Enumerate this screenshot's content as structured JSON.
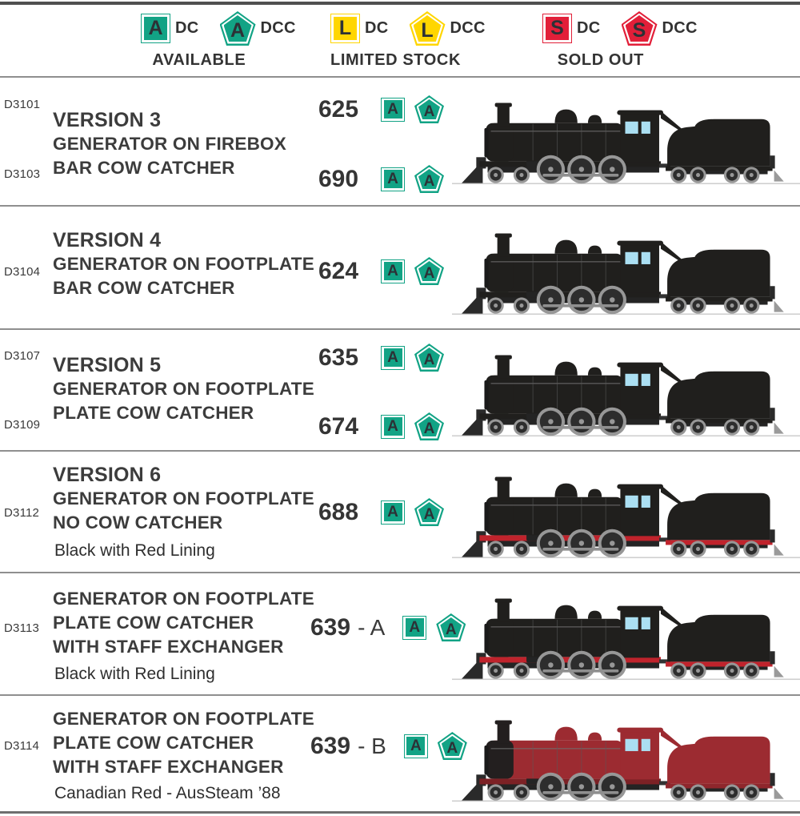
{
  "legend": {
    "groups": [
      {
        "letter": "A",
        "dc": "DC",
        "dcc": "DCC",
        "status": "AVAILABLE",
        "color": "#12a385"
      },
      {
        "letter": "L",
        "dc": "DC",
        "dcc": "DCC",
        "status": "LIMITED STOCK",
        "color": "#ffd600"
      },
      {
        "letter": "S",
        "dc": "DC",
        "dcc": "DCC",
        "status": "SOLD OUT",
        "color": "#e21f39"
      }
    ]
  },
  "colors": {
    "available_teal": "#12a385",
    "limited_yellow": "#ffd600",
    "sold_out_red": "#e21f39",
    "lining_red": "#c0232c",
    "canadian_red": "#9c2b31",
    "text": "#3a3a3a"
  },
  "rows": [
    {
      "codes": [
        "D3101",
        "D3103"
      ],
      "title_lines": [
        "VERSION 3",
        "GENERATOR ON FIREBOX",
        "BAR COW CATCHER"
      ],
      "subtitle": "",
      "livery": "black",
      "variants": [
        {
          "number": "625",
          "suffix": "",
          "badges": [
            {
              "shape": "square",
              "letter": "A",
              "status": "available"
            },
            {
              "shape": "pentagon",
              "letter": "A",
              "status": "available"
            }
          ]
        },
        {
          "number": "690",
          "suffix": "",
          "badges": [
            {
              "shape": "square",
              "letter": "A",
              "status": "available"
            },
            {
              "shape": "pentagon",
              "letter": "A",
              "status": "available"
            }
          ]
        }
      ]
    },
    {
      "codes": [
        "D3104"
      ],
      "title_lines": [
        "VERSION 4",
        "GENERATOR ON FOOTPLATE",
        "BAR COW CATCHER"
      ],
      "subtitle": "",
      "livery": "black",
      "variants": [
        {
          "number": "624",
          "suffix": "",
          "badges": [
            {
              "shape": "square",
              "letter": "A",
              "status": "available"
            },
            {
              "shape": "pentagon",
              "letter": "A",
              "status": "available"
            }
          ]
        }
      ]
    },
    {
      "codes": [
        "D3107",
        "D3109"
      ],
      "title_lines": [
        "VERSION 5",
        "GENERATOR ON FOOTPLATE",
        "PLATE COW CATCHER"
      ],
      "subtitle": "",
      "livery": "black",
      "variants": [
        {
          "number": "635",
          "suffix": "",
          "badges": [
            {
              "shape": "square",
              "letter": "A",
              "status": "available"
            },
            {
              "shape": "pentagon",
              "letter": "A",
              "status": "available"
            }
          ]
        },
        {
          "number": "674",
          "suffix": "",
          "badges": [
            {
              "shape": "square",
              "letter": "A",
              "status": "available"
            },
            {
              "shape": "pentagon",
              "letter": "A",
              "status": "available"
            }
          ]
        }
      ]
    },
    {
      "codes": [
        "D3112"
      ],
      "title_lines": [
        "VERSION 6",
        "GENERATOR ON FOOTPLATE",
        "NO COW CATCHER"
      ],
      "subtitle": "Black with Red Lining",
      "livery": "black-red-lining",
      "variants": [
        {
          "number": "688",
          "suffix": "",
          "badges": [
            {
              "shape": "square",
              "letter": "A",
              "status": "available"
            },
            {
              "shape": "pentagon",
              "letter": "A",
              "status": "available"
            }
          ]
        }
      ]
    },
    {
      "codes": [
        "D3113"
      ],
      "title_lines": [
        "GENERATOR ON FOOTPLATE",
        "PLATE COW CATCHER",
        "WITH STAFF EXCHANGER"
      ],
      "subtitle": "Black with Red Lining",
      "livery": "black-red-lining",
      "variants": [
        {
          "number": "639",
          "suffix": "- A",
          "badges": [
            {
              "shape": "square",
              "letter": "A",
              "status": "available"
            },
            {
              "shape": "pentagon",
              "letter": "A",
              "status": "available"
            }
          ]
        }
      ]
    },
    {
      "codes": [
        "D3114"
      ],
      "title_lines": [
        "GENERATOR ON FOOTPLATE",
        "PLATE COW CATCHER",
        "WITH STAFF EXCHANGER"
      ],
      "subtitle": "Canadian Red - AusSteam ’88",
      "livery": "canadian-red",
      "variants": [
        {
          "number": "639",
          "suffix": "- B",
          "badges": [
            {
              "shape": "square",
              "letter": "A",
              "status": "available"
            },
            {
              "shape": "pentagon",
              "letter": "A",
              "status": "available"
            }
          ]
        }
      ]
    }
  ]
}
